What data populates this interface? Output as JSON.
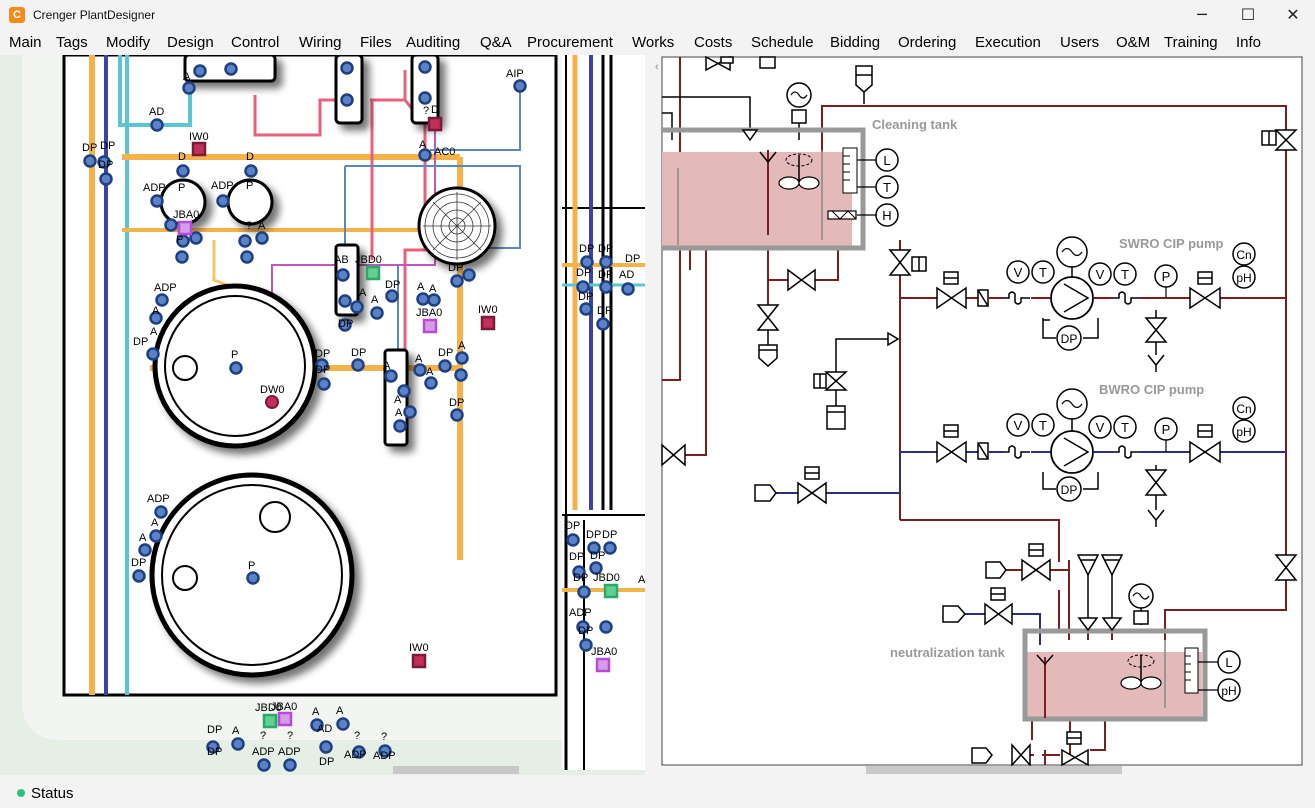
{
  "window": {
    "title": "Crenger PlantDesigner",
    "icon": "app-logo-icon",
    "controls": {
      "minimize": "─",
      "maximize": "☐",
      "close": "✕"
    }
  },
  "menu": [
    "Main",
    "Tags",
    "Modify",
    "Design",
    "Control",
    "Wiring",
    "Files",
    "Auditing",
    "Q&A",
    "Procurement",
    "Works",
    "Costs",
    "Schedule",
    "Bidding",
    "Ordering",
    "Execution",
    "Users",
    "O&M",
    "Training",
    "Info"
  ],
  "layout_view": {
    "tags": {
      "a": "A",
      "ad": "AD",
      "adp": "ADP",
      "aip": "AIP",
      "dp": "DP",
      "d": "D",
      "p": "P",
      "iw0": "IW0",
      "jba0": "JBA0",
      "jbd0": "JBD0",
      "dw0": "DW0",
      "q": "?",
      "ac0": "AC0",
      "ab": "AB"
    }
  },
  "pid_view": {
    "cleaning_tank": "Cleaning tank",
    "swro_pump": "SWRO CIP pump",
    "bwro_pump": "BWRO CIP pump",
    "neutralization_tank": "neutralization tank",
    "instruments": {
      "level": "L",
      "temperature": "T",
      "heater": "H",
      "valve": "V",
      "pressure": "P",
      "conductivity": "Cn",
      "ph": "pH",
      "diff_pressure": "DP"
    }
  },
  "status": {
    "label": "Status",
    "color": "#2ec27e"
  },
  "colors": {
    "pipe_red": "#7a1f1f",
    "pipe_blue": "#2e2e7a",
    "tank_fill": "#e3b9b9",
    "layout_orange": "#f4b24a",
    "layout_teal": "#5cc6cf",
    "layout_navy": "#3c44a0",
    "layout_pink": "#e8607a",
    "layout_magenta": "#c456b4",
    "layout_steel": "#5c88b8",
    "marker_blue": "#2f5fa8",
    "jba_purple": "#b74ad6",
    "jbd_green": "#2da86b",
    "iw_crimson": "#c0305a"
  }
}
